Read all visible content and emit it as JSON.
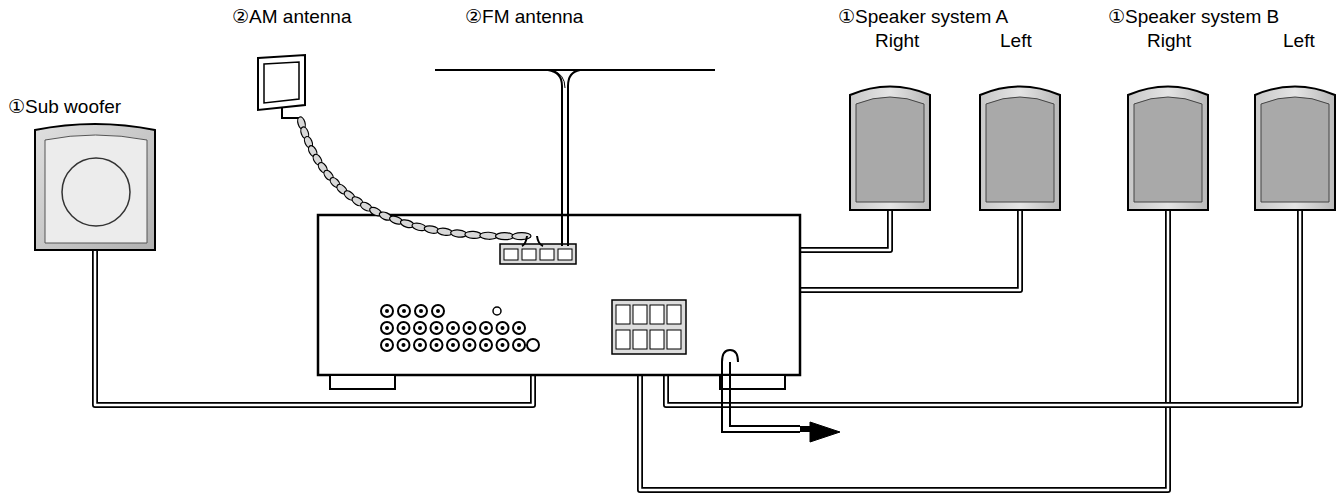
{
  "diagram": {
    "labels": [
      "①Sub woofer",
      "②AM antenna",
      "②FM antenna",
      "①Speaker system A",
      "Right",
      "Left",
      "①Speaker system B",
      "Right",
      "Left"
    ]
  }
}
